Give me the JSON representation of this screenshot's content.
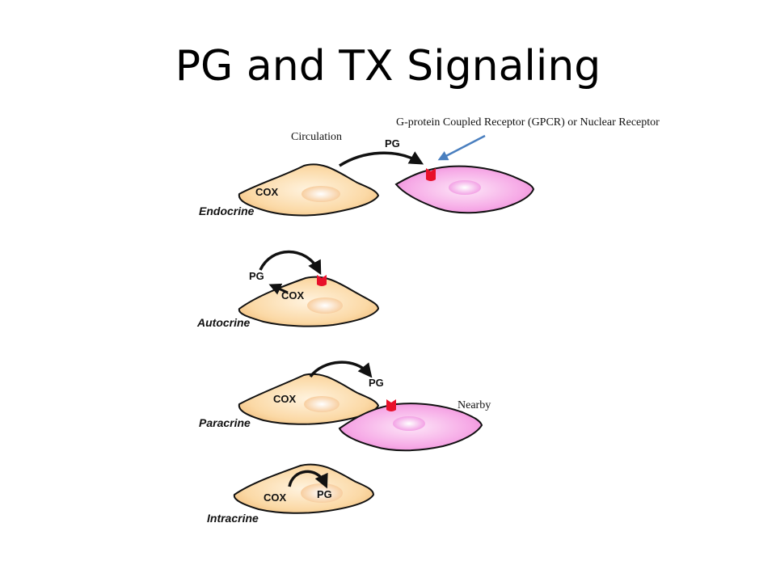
{
  "slide": {
    "title": "PG and TX Signaling"
  },
  "annotations": {
    "circulation": "Circulation",
    "receptor": "G-protein Coupled Receptor (GPCR) or Nuclear Receptor",
    "nearby": "Nearby"
  },
  "panels": {
    "endocrine": {
      "mode": "Endocrine",
      "enzyme": "COX",
      "product": "PG"
    },
    "autocrine": {
      "mode": "Autocrine",
      "enzyme": "COX",
      "product": "PG"
    },
    "paracrine": {
      "mode": "Paracrine",
      "enzyme": "COX",
      "product": "PG"
    },
    "intracrine": {
      "mode": "Intracrine",
      "enzyme": "COX",
      "product": "PG"
    }
  },
  "colors": {
    "source_cell": "#fbd9a6",
    "target_cell": "#f6a9e6",
    "receptor": "#e8102a",
    "pointer_arrow": "#4a7fbf"
  }
}
